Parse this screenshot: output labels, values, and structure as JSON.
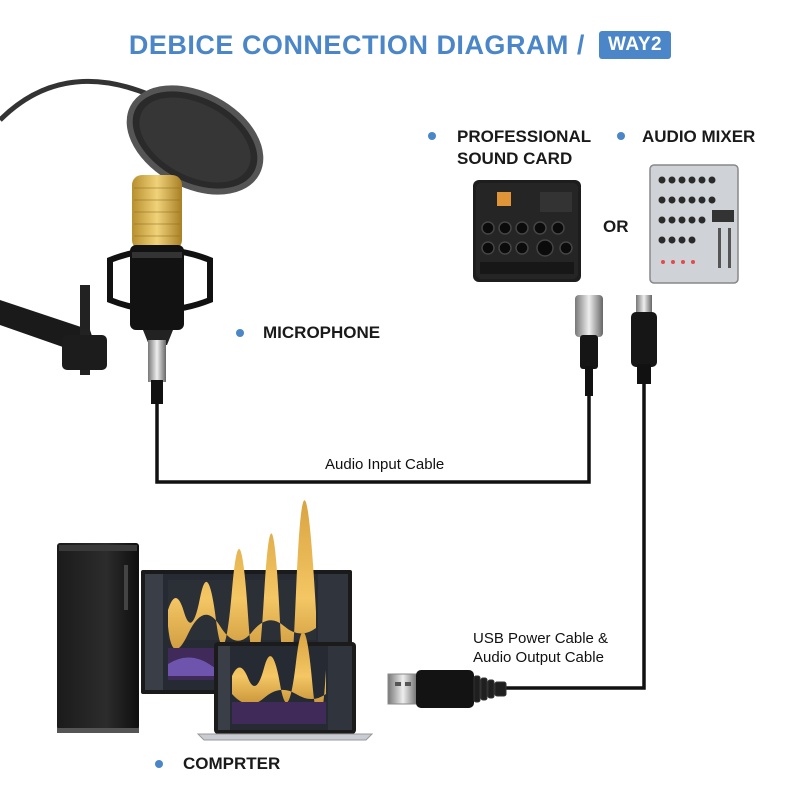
{
  "title": {
    "main": "DEBICE CONNECTION DIAGRAM /",
    "badge": "WAY2"
  },
  "labels": {
    "microphone": "MICROPHONE",
    "sound_card_line1": "PROFESSIONAL",
    "sound_card_line2": "SOUND CARD",
    "audio_mixer": "AUDIO MIXER",
    "or": "OR",
    "computer": "COMPRTER"
  },
  "cables": {
    "audio_input": "Audio Input Cable",
    "usb_line1": "USB Power Cable &",
    "usb_line2": "Audio Output Cable"
  },
  "colors": {
    "accent": "#4a86c8",
    "cable": "#111111"
  }
}
